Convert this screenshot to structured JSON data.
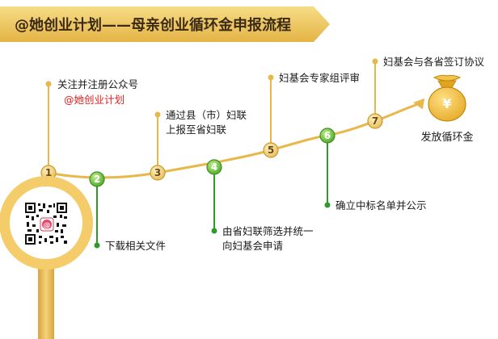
{
  "title": "@她创业计划——母亲创业循环金申报流程",
  "steps": [
    {
      "num": "1",
      "lines": [
        "关注并注册公众号"
      ],
      "highlight": "@她创业计划"
    },
    {
      "num": "2",
      "lines": [
        "下载相关文件"
      ]
    },
    {
      "num": "3",
      "lines": [
        "通过县（市）妇联",
        "上报至省妇联"
      ]
    },
    {
      "num": "4",
      "lines": [
        "由省妇联筛选并统一",
        "向妇基会申请"
      ]
    },
    {
      "num": "5",
      "lines": [
        "妇基会专家组评审"
      ]
    },
    {
      "num": "6",
      "lines": [
        "确立中标名单并公示"
      ]
    },
    {
      "num": "7",
      "lines": [
        "妇基会与各省签订协议"
      ]
    }
  ],
  "end": {
    "label": "发放循环金",
    "icon": "money-bag-icon",
    "symbol": "¥"
  },
  "qr": {
    "logo": "@"
  },
  "colors": {
    "gold": "#e8b84a",
    "gold_dark": "#c99a2c",
    "gold_light": "#f6dc8c",
    "green": "#4cae2f",
    "green_light": "#9fdc62"
  }
}
